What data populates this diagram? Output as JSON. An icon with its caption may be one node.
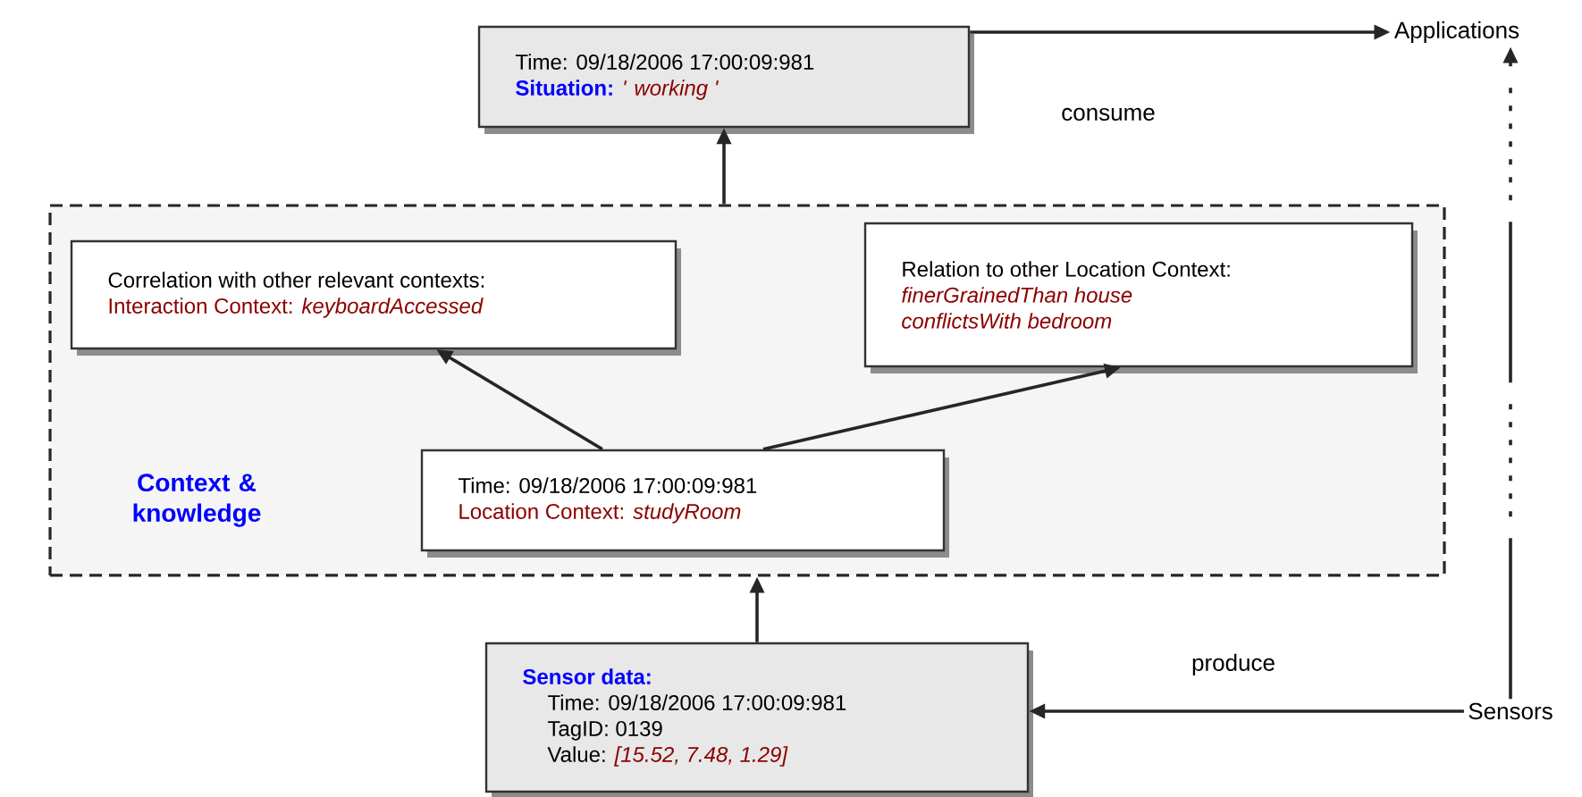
{
  "diagram": {
    "nodes": [
      {
        "text": [
          "Time: 09/18/2006 17:00:09:981",
          "Situation:",
          "' working '"
        ]
      },
      {
        "text": [
          "Applications"
        ]
      },
      {
        "text": [
          "Context & knowledge"
        ]
      },
      {
        "text": [
          "Correlation with other relevant contexts:",
          "Interaction Context: *keyboardAccessed*"
        ],
        "in": 2
      },
      {
        "text": [
          "Relation to other Location Context:",
          "finerGrainedThan house",
          "conflictsWith bedroom"
        ],
        "in": 2
      },
      {
        "text": [
          "Time: 09/18/2006 17:00:09:981",
          "Location Context: *studyRoom*"
        ],
        "in": 2
      },
      {
        "text": [
          "Sensor data:",
          "Time: 09/18/2006 17:00:09:981",
          "TagID: 0139",
          "Value:",
          "[15.52, 7.48, 1.29]"
        ]
      },
      {
        "text": [
          "Sensors"
        ]
      }
    ],
    "edges": [
      {
        "from": 0,
        "to": 1,
        "arrow": "to",
        "label": "consume"
      },
      {
        "from": 2,
        "to": 0,
        "arrow": "to"
      },
      {
        "from": 5,
        "to": 3,
        "arrow": "to"
      },
      {
        "from": 5,
        "to": 4,
        "arrow": "to"
      },
      {
        "from": 6,
        "to": 2,
        "arrow": "to"
      },
      {
        "from": 7,
        "to": 6,
        "arrow": "to",
        "label": "produce"
      },
      {
        "from": 7,
        "to": 1,
        "arrow": "to",
        "style": "dashed"
      }
    ]
  }
}
